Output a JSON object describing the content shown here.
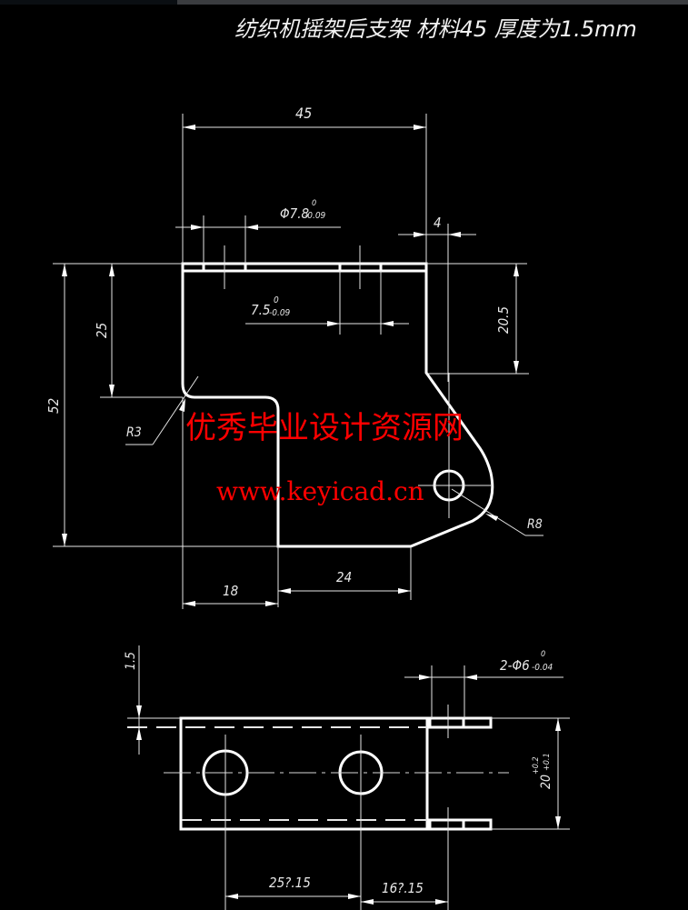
{
  "title": "纺织机摇架后支架  材料45  厚度为1.5mm",
  "watermark": {
    "line1": "优秀毕业设计资源网",
    "line2": "www.keyicad.cn",
    "color": "#ff0000"
  },
  "front_view": {
    "dim_width_top": "45",
    "dim_hole_dia": "Φ7.8",
    "dim_hole_dia_upper_tol": "0",
    "dim_hole_dia_lower_tol": "-0.09",
    "dim_flange": "4",
    "dim_slot": "7.5",
    "dim_slot_upper_tol": "0",
    "dim_slot_lower_tol": "-0.09",
    "dim_right_height": "20.5",
    "dim_left_upper": "25",
    "dim_total_height": "52",
    "radius_small": "R3",
    "radius_large": "R8",
    "dim_bottom_left": "18",
    "dim_bottom_mid": "24"
  },
  "bottom_view": {
    "dim_thickness": "1.5",
    "dim_holes": "2-Φ6",
    "dim_holes_upper_tol": "0",
    "dim_holes_lower_tol": "-0.04",
    "dim_height": "20",
    "dim_height_upper_tol": "+0.2",
    "dim_height_lower_tol": "+0.1",
    "dim_hole_spacing": "25?.15",
    "dim_hole_to_edge": "16?.15"
  },
  "colors": {
    "background": "#000000",
    "lines": "#ffffff",
    "watermark": "#ff0000"
  }
}
